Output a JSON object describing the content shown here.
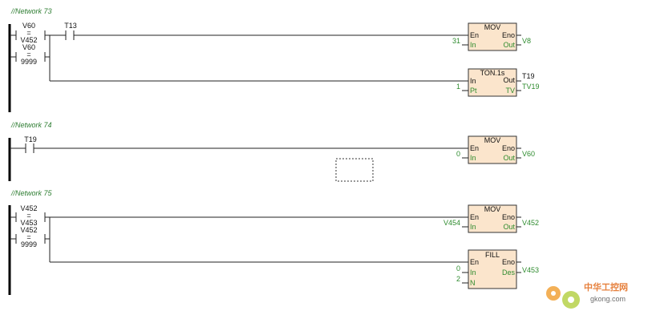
{
  "networks": [
    {
      "title": "//Network 73",
      "contacts": [
        {
          "top": "V60",
          "op": "=",
          "bottom": "V452"
        },
        {
          "top": "V60",
          "op": "=",
          "bottom": "9999"
        },
        {
          "top": "T13"
        }
      ],
      "blocks": [
        {
          "title": "MOV",
          "en": "En",
          "eno": "Eno",
          "in": "In",
          "out": "Out",
          "in_param": "31",
          "out_param": "V8"
        },
        {
          "title": "TON.1s",
          "in": "In",
          "out": "Out",
          "pt": "Pt",
          "tv": "TV",
          "name_param": "T19",
          "pt_param": "1",
          "tv_param": "TV19"
        }
      ]
    },
    {
      "title": "//Network 74",
      "contacts": [
        {
          "top": "T19"
        }
      ],
      "blocks": [
        {
          "title": "MOV",
          "en": "En",
          "eno": "Eno",
          "in": "In",
          "out": "Out",
          "in_param": "0",
          "out_param": "V60"
        }
      ]
    },
    {
      "title": "//Network 75",
      "contacts": [
        {
          "top": "V452",
          "op": "=",
          "bottom": "V453"
        },
        {
          "top": "V452",
          "op": "=",
          "bottom": "9999"
        }
      ],
      "blocks": [
        {
          "title": "MOV",
          "en": "En",
          "eno": "Eno",
          "in": "In",
          "out": "Out",
          "in_param": "V454",
          "out_param": "V452"
        },
        {
          "title": "FILL",
          "en": "En",
          "eno": "Eno",
          "in": "In",
          "des": "Des",
          "n": "N",
          "in_param": "0",
          "n_param": "2",
          "des_param": "V453"
        }
      ]
    }
  ],
  "watermark": {
    "brand": "中华工控网",
    "site": "gkong.com"
  },
  "colors": {
    "block_fill": "#fbe5cc",
    "param_green": "#2e8b2e",
    "network_title": "#2e7d32"
  }
}
